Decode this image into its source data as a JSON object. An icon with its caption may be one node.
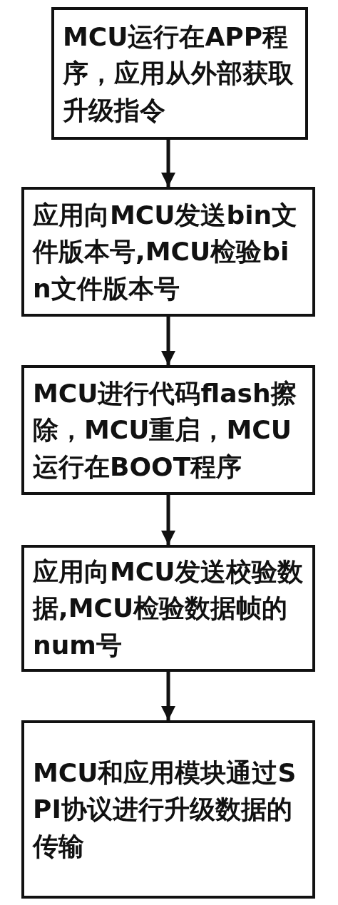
{
  "diagram": {
    "nodes": [
      {
        "text": [
          "MCU运行在APP程序，应用从外部获取升级指令"
        ]
      },
      {
        "text": [
          "应用向MCU发送bin文件版本号,MCU检验bin文件版本号"
        ]
      },
      {
        "text": [
          "MCU进行代码flash擦除，MCU重启，MCU运行在BOOT程序"
        ]
      },
      {
        "text": [
          "应用向MCU发送校验数据,MCU检验数据帧的num号"
        ]
      },
      {
        "text": [
          "MCU和应用模块通过SPI协议进行升级数据的传输"
        ]
      }
    ],
    "edges": [
      {
        "from": 0,
        "to": 1,
        "arrow": "to"
      },
      {
        "from": 1,
        "to": 2,
        "arrow": "to"
      },
      {
        "from": 2,
        "to": 3,
        "arrow": "to"
      },
      {
        "from": 3,
        "to": 4,
        "arrow": "to"
      }
    ]
  }
}
